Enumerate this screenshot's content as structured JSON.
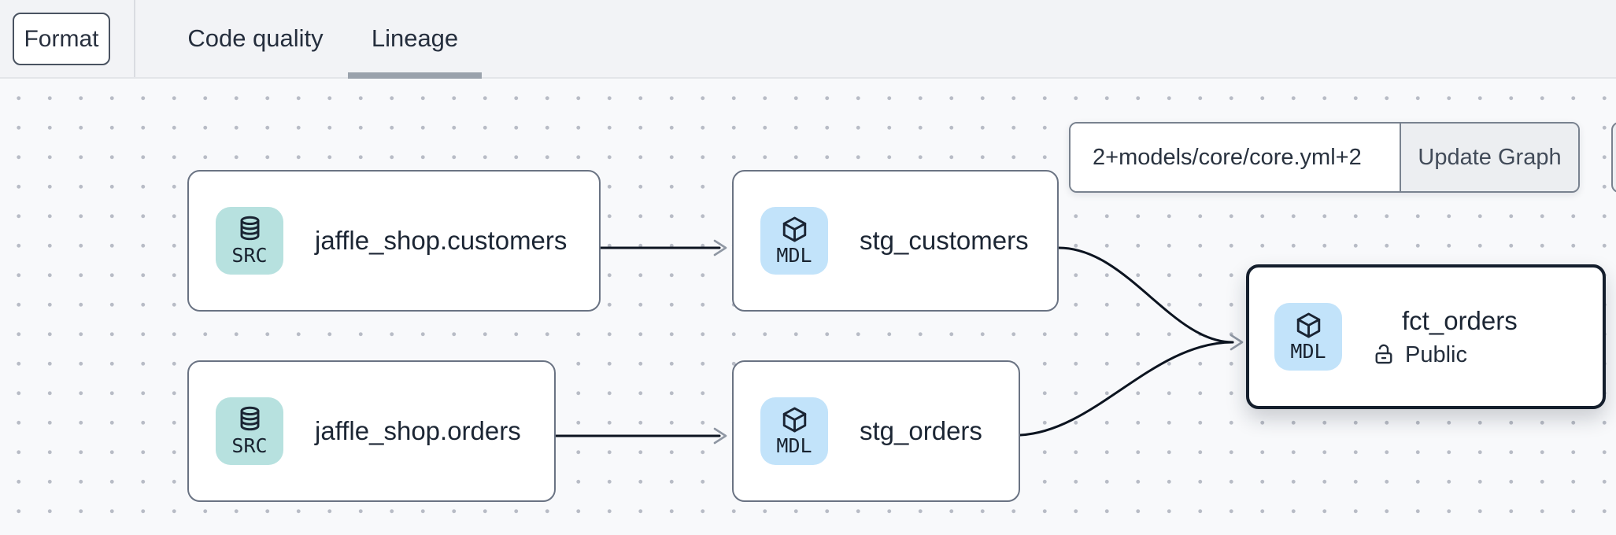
{
  "toolbar": {
    "format_button_label": "Format",
    "tabs": [
      {
        "label": "Code quality",
        "active": false
      },
      {
        "label": "Lineage",
        "active": true
      }
    ]
  },
  "lineage_controls": {
    "selector_input_value": "2+models/core/core.yml+2",
    "update_button_label": "Update Graph"
  },
  "graph": {
    "nodes": [
      {
        "id": "jaffle_shop.customers",
        "label": "jaffle_shop.customers",
        "type": "SRC",
        "icon": "database-icon",
        "selected": false
      },
      {
        "id": "stg_customers",
        "label": "stg_customers",
        "type": "MDL",
        "icon": "cube-icon",
        "selected": false
      },
      {
        "id": "jaffle_shop.orders",
        "label": "jaffle_shop.orders",
        "type": "SRC",
        "icon": "database-icon",
        "selected": false
      },
      {
        "id": "stg_orders",
        "label": "stg_orders",
        "type": "MDL",
        "icon": "cube-icon",
        "selected": false
      },
      {
        "id": "fct_orders",
        "label": "fct_orders",
        "type": "MDL",
        "icon": "cube-icon",
        "access": "Public",
        "selected": true
      }
    ],
    "edges": [
      {
        "from": "jaffle_shop.customers",
        "to": "stg_customers"
      },
      {
        "from": "jaffle_shop.orders",
        "to": "stg_orders"
      },
      {
        "from": "stg_customers",
        "to": "fct_orders"
      },
      {
        "from": "stg_orders",
        "to": "fct_orders"
      }
    ]
  },
  "colors": {
    "toolbar_bg": "#f2f3f6",
    "canvas_bg": "#f8f9fb",
    "dot_grid": "#b8bcc6",
    "src_badge_bg": "#b7e1df",
    "mdl_badge_bg": "#c2e3fa",
    "node_border": "#6a7383",
    "selected_node_border": "#141e2c",
    "edge_line": "#0c1420",
    "arrowhead": "#8f97a3",
    "tab_underline": "#9aa2ac"
  }
}
